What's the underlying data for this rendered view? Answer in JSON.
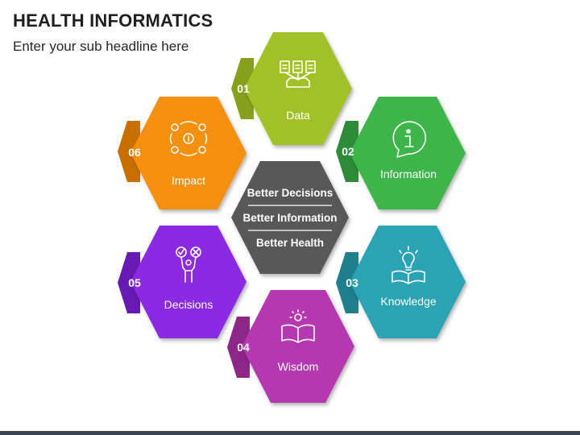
{
  "header": {
    "title": "HEALTH INFORMATICS",
    "subtitle": "Enter your sub headline here"
  },
  "center": {
    "lines": [
      "Better Decisions",
      "Better Information",
      "Better Health"
    ],
    "color": "#595959"
  },
  "items": [
    {
      "number": "01",
      "label": "Data",
      "icon": "documents-to-tray-icon",
      "color": "#a2c125",
      "tab_color": "#87a01c"
    },
    {
      "number": "02",
      "label": "Information",
      "icon": "info-speech-bubble-icon",
      "color": "#3db54a",
      "tab_color": "#2c8c38"
    },
    {
      "number": "03",
      "label": "Knowledge",
      "icon": "open-book-lightbulb-icon",
      "color": "#2ba3b4",
      "tab_color": "#207f8d"
    },
    {
      "number": "04",
      "label": "Wisdom",
      "icon": "open-book-sun-icon",
      "color": "#b637b0",
      "tab_color": "#8e2589"
    },
    {
      "number": "05",
      "label": "Decisions",
      "icon": "person-check-cross-icon",
      "color": "#8a2be2",
      "tab_color": "#6819b3"
    },
    {
      "number": "06",
      "label": "Impact",
      "icon": "cycle-gears-icon",
      "color": "#f4900c",
      "tab_color": "#c96f00"
    }
  ]
}
